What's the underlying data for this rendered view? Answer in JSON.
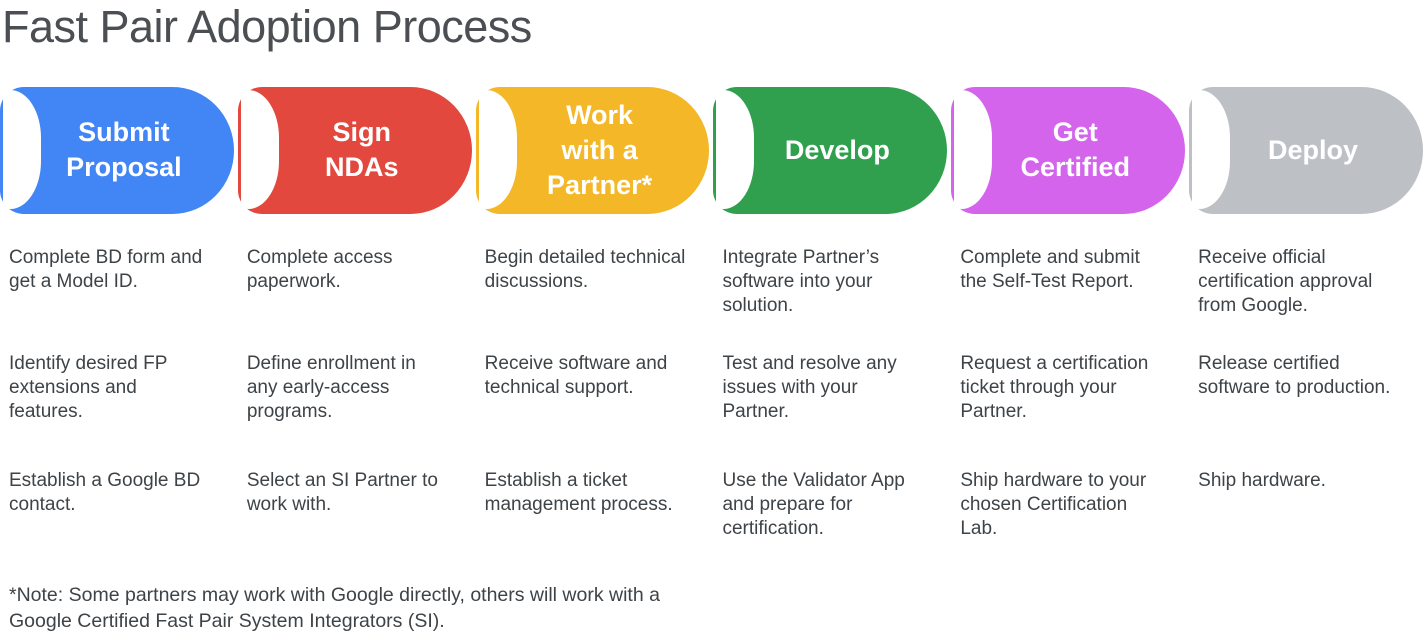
{
  "title": "Fast Pair Adoption Process",
  "stages": [
    {
      "label": "Submit\nProposal",
      "color": "#4285F4",
      "items": [
        "Complete BD form and get a Model ID.",
        "Identify desired FP extensions and features.",
        "Establish a Google BD contact."
      ]
    },
    {
      "label": "Sign\nNDAs",
      "color": "#E2483D",
      "items": [
        "Complete access paperwork.",
        "Define enrollment in any early-access programs.",
        "Select an SI Partner to work with."
      ]
    },
    {
      "label": "Work\nwith a\nPartner*",
      "color": "#F3B727",
      "items": [
        "Begin detailed technical discussions.",
        "Receive software and technical support.",
        "Establish a ticket management process."
      ]
    },
    {
      "label": "Develop",
      "color": "#30A04F",
      "items": [
        "Integrate Partner’s software into your solution.",
        "Test and resolve any issues with your Partner.",
        "Use the Validator App and prepare for certification."
      ]
    },
    {
      "label": "Get\nCertified",
      "color": "#D564EC",
      "items": [
        "Complete and submit the Self-Test Report.",
        "Request a certification ticket through your Partner.",
        "Ship hardware to your chosen Certification Lab."
      ]
    },
    {
      "label": "Deploy",
      "color": "#BDC1C6",
      "items": [
        "Receive official certification approval from Google.",
        "Release certified software to production.",
        "Ship hardware."
      ]
    }
  ],
  "note": "*Note: Some partners may work with Google directly, others will work with a\nGoogle Certified Fast Pair System Integrators (SI)."
}
